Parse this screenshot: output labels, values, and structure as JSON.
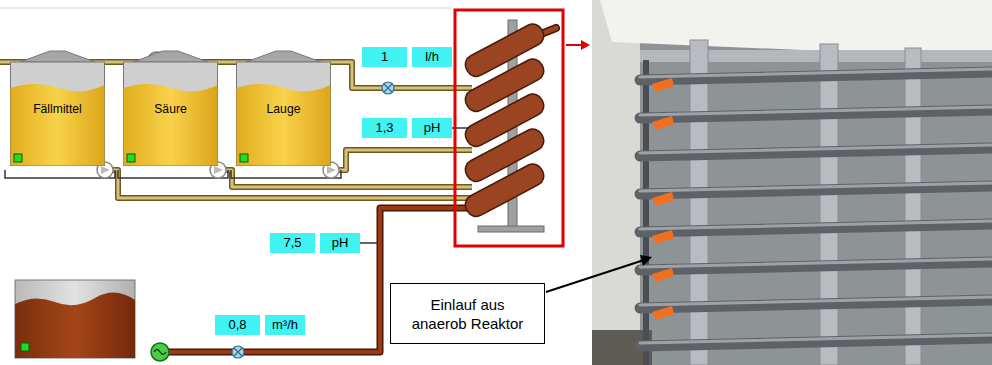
{
  "diagram": {
    "nodes": [
      {
        "text": [
          "1"
        ]
      },
      {
        "text": [
          "l/h"
        ]
      },
      {
        "text": [
          "Fällmittel"
        ]
      },
      {
        "text": [
          "Säure"
        ]
      },
      {
        "text": [
          "Lauge"
        ]
      },
      {
        "text": [
          "1,3"
        ]
      },
      {
        "text": [
          "pH"
        ]
      },
      {
        "text": [
          "7,5"
        ]
      },
      {
        "text": [
          "pH"
        ]
      },
      {
        "text": [
          "0,8"
        ]
      },
      {
        "text": [
          "m³/h"
        ]
      },
      {
        "text": [
          "Einlauf aus anaerob Reaktor"
        ]
      }
    ]
  }
}
